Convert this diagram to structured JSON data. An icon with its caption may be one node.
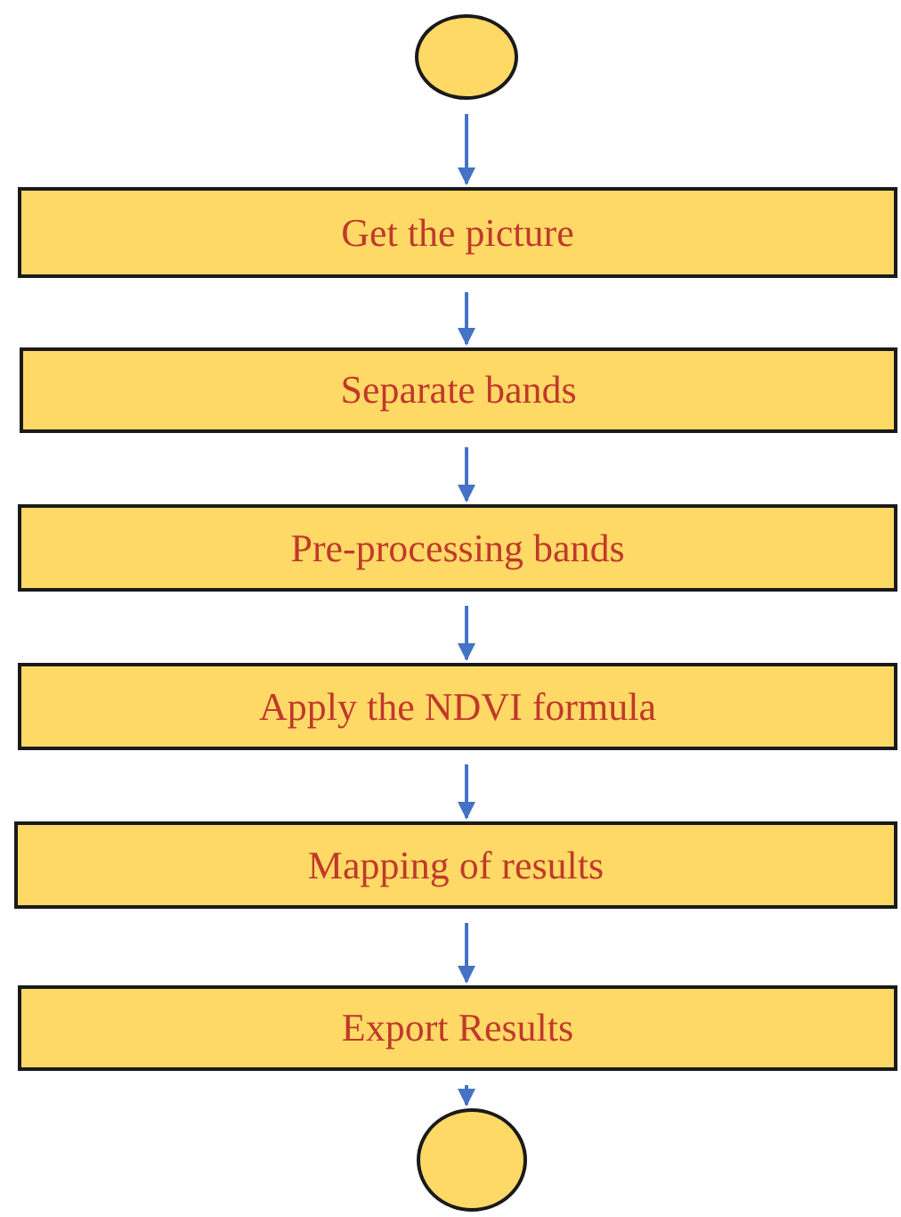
{
  "diagram": {
    "nodes": [
      {
        "text": [],
        "shape": "circle"
      },
      {
        "text": [
          "Get the picture"
        ]
      },
      {
        "text": [
          "Separate bands"
        ]
      },
      {
        "text": [
          "Pre-processing bands"
        ]
      },
      {
        "text": [
          "Apply the NDVI formula"
        ]
      },
      {
        "text": [
          "Mapping of results"
        ]
      },
      {
        "text": [
          "Export Results"
        ]
      },
      {
        "text": [],
        "shape": "circle"
      }
    ],
    "edges": [
      {
        "from": 0,
        "to": 1,
        "arrow": "to"
      },
      {
        "from": 1,
        "to": 2,
        "arrow": "to"
      },
      {
        "from": 2,
        "to": 3,
        "arrow": "to"
      },
      {
        "from": 3,
        "to": 4,
        "arrow": "to"
      },
      {
        "from": 4,
        "to": 5,
        "arrow": "to"
      },
      {
        "from": 5,
        "to": 6,
        "arrow": "to"
      },
      {
        "from": 6,
        "to": 7,
        "arrow": "to"
      }
    ]
  }
}
